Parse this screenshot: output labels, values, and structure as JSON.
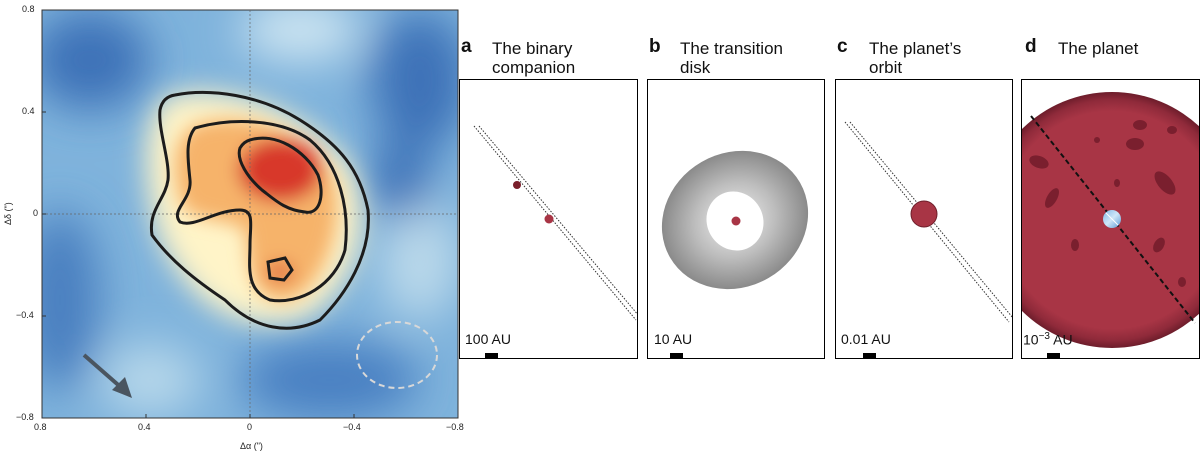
{
  "left_plot": {
    "y_axis_label": "Δδ (\")",
    "x_axis_label": "Δα (\")",
    "y_ticks": [
      "0.8",
      "0.4",
      "0",
      "−0.4",
      "−0.8"
    ],
    "x_ticks": [
      "0.8",
      "0.4",
      "0",
      "−0.4",
      "−0.8"
    ]
  },
  "panels": [
    {
      "letter": "a",
      "title": "The binary\ncompanion",
      "scale": "100 AU"
    },
    {
      "letter": "b",
      "title": "The transition\ndisk",
      "scale": "10 AU"
    },
    {
      "letter": "c",
      "title": "The planet’s\norbit",
      "scale": "0.01 AU"
    },
    {
      "letter": "d",
      "title": "The planet",
      "scale_base": "10",
      "scale_exp": "−3",
      "scale_unit": " AU"
    }
  ],
  "colors": {
    "map_blue": "#5b8fc7",
    "map_red": "#c8202a",
    "planet_red": "#a83545",
    "disk_gray": "#8a8a8a"
  }
}
